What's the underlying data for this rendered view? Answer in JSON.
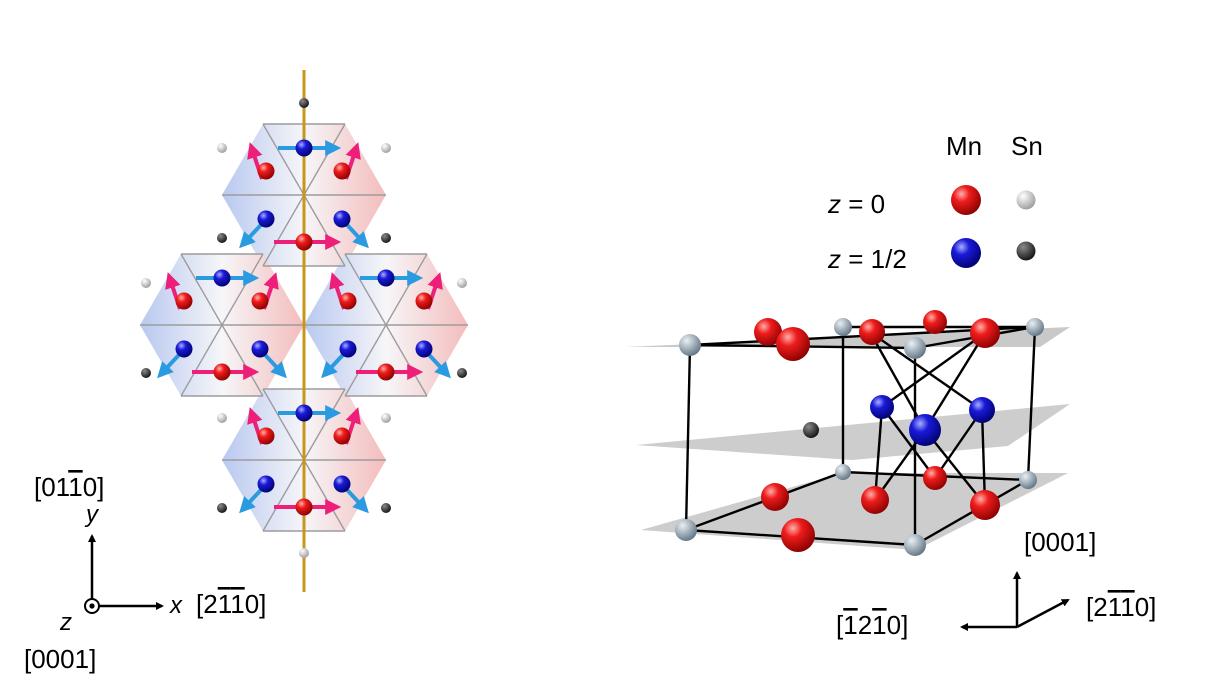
{
  "legend": {
    "col_mn": "Mn",
    "col_sn": "Sn",
    "row1_var": "z",
    "row1_val": " = 0",
    "row2_var": "z",
    "row2_val": " = 1/2"
  },
  "left_axes": {
    "y_dir_pre": "[01",
    "y_dir_bar": "1",
    "y_dir_post": "0]",
    "y_var": "y",
    "x_var": "x",
    "x_dir_pre": "[2",
    "x_dir_bar1": "1",
    "x_dir_bar2": "1",
    "x_dir_post": "0]",
    "z_var": "z",
    "z_dir": "[0001]"
  },
  "right_axes": {
    "up_dir": "[0001]",
    "left_pre": "[",
    "left_bar1": "1",
    "left_mid": "2",
    "left_bar2": "1",
    "left_post": "0]",
    "right_pre": "[2",
    "right_bar1": "1",
    "right_bar2": "1",
    "right_post": "0]"
  },
  "colors": {
    "mn_z0": "#e01010",
    "mn_z_half": "#1414cc",
    "sn_z0": "#c8c8c8",
    "sn_z_half": "#3a3a3a",
    "spin_red": "#ee1f78",
    "spin_blue": "#2a9be0",
    "mirror": "#c8961a",
    "cell_sn": "#8fa4b4"
  }
}
